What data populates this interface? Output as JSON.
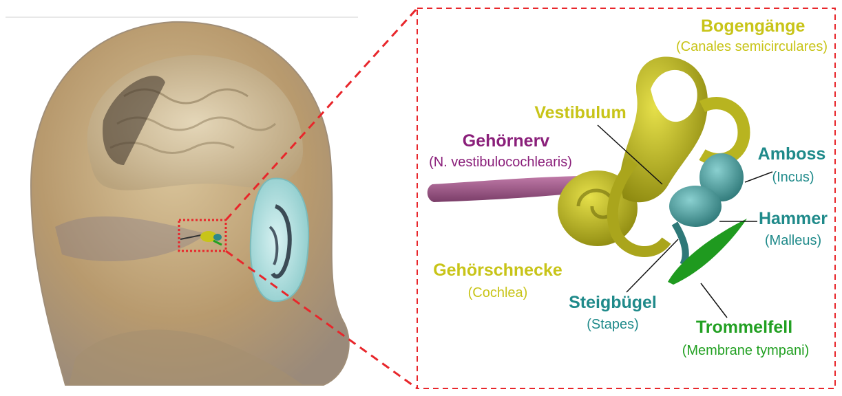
{
  "colors": {
    "frame": "#e8262b",
    "yellow": "#c8c418",
    "purple": "#8a1f7a",
    "teal": "#1f8a8a",
    "green": "#22a022",
    "leader": "#111111",
    "skin": "#b89a6e"
  },
  "labels": {
    "bogengaenge": {
      "main": "Bogengänge",
      "sub": "(Canales semicirculares)"
    },
    "vestibulum": {
      "main": "Vestibulum"
    },
    "gehoernerv": {
      "main": "Gehörnerv",
      "sub": "(N. vestibulocochlearis)"
    },
    "amboss": {
      "main": "Amboss",
      "sub": "(Incus)"
    },
    "hammer": {
      "main": "Hammer",
      "sub": "(Malleus)"
    },
    "gehoerschnecke": {
      "main": "Gehörschnecke",
      "sub": "(Cochlea)"
    },
    "steigbuegel": {
      "main": "Steigbügel",
      "sub": "(Stapes)"
    },
    "trommelfell": {
      "main": "Trommelfell",
      "sub": "(Membrane tympani)"
    }
  }
}
